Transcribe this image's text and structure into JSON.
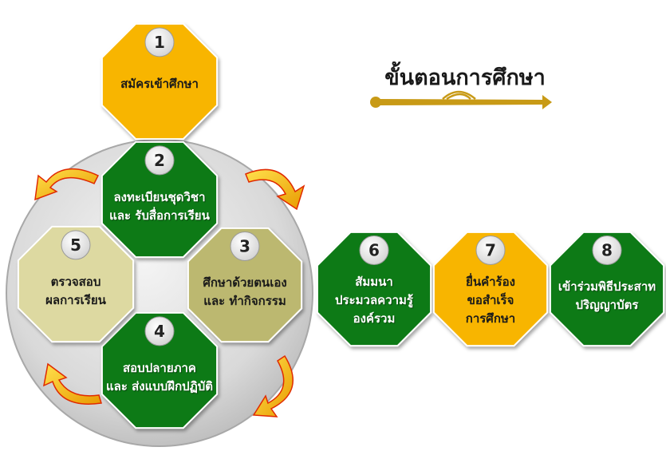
{
  "title": "ขั้นตอนการศึกษา",
  "colors": {
    "green": "#0f7a16",
    "yellow": "#f8b500",
    "khaki": "#bcb86f",
    "cream": "#ddd9a1",
    "arrow": "#f7c21b",
    "arrow_gold": "#c89a16"
  },
  "steps": [
    {
      "number": "1",
      "lines": [
        "สมัครเข้าศึกษา"
      ]
    },
    {
      "number": "2",
      "lines": [
        "ลงทะเบียนชุดวิชา",
        "และ รับสื่อการเรียน"
      ]
    },
    {
      "number": "3",
      "lines": [
        "ศึกษาด้วยตนเอง",
        "และ ทำกิจกรรม"
      ]
    },
    {
      "number": "4",
      "lines": [
        "สอบปลายภาค",
        "และ ส่งแบบฝึกปฏิบัติ"
      ]
    },
    {
      "number": "5",
      "lines": [
        "ตรวจสอบ",
        "ผลการเรียน"
      ]
    },
    {
      "number": "6",
      "lines": [
        "สัมมนา",
        "ประมวลความรู้",
        "องค์รวม"
      ]
    },
    {
      "number": "7",
      "lines": [
        "ยื่นคำร้อง",
        "ขอสำเร็จ",
        "การศึกษา"
      ]
    },
    {
      "number": "8",
      "lines": [
        "เข้าร่วมพิธีประสาท",
        "ปริญญาบัตร"
      ]
    }
  ]
}
